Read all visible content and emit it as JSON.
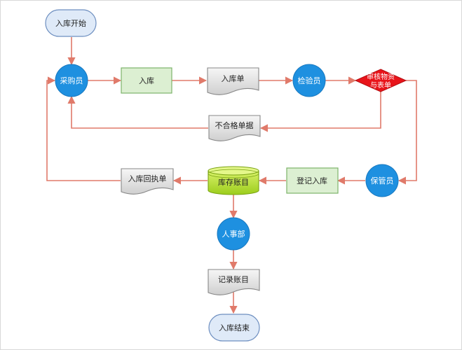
{
  "colors": {
    "arrow": "#e07a6a",
    "circle_fill": "#1e90e0",
    "circle_text": "#ffffff",
    "terminal_fill": "#dfeaf8",
    "terminal_stroke": "#6e8fc0",
    "process_fill": "#dcefd2",
    "process_stroke": "#7db36a",
    "document_fill": "#e8e8e8",
    "document_stroke": "#888888",
    "decision_fill": "#e8141a",
    "database_fill": "#b8e33a",
    "text_dark": "#222222"
  },
  "nodes": {
    "start": "入库开始",
    "buyer": "采购员",
    "warehousing": "入库",
    "receipt_doc": "入库单",
    "inspector": "检验员",
    "review_line1": "审核物资",
    "review_line2": "与表单",
    "rejected_doc": "不合格单据",
    "return_receipt": "入库回执单",
    "inventory": "库存账目",
    "register": "登记入库",
    "keeper": "保管员",
    "hr": "人事部",
    "record": "记录账目",
    "end": "入库结束"
  }
}
